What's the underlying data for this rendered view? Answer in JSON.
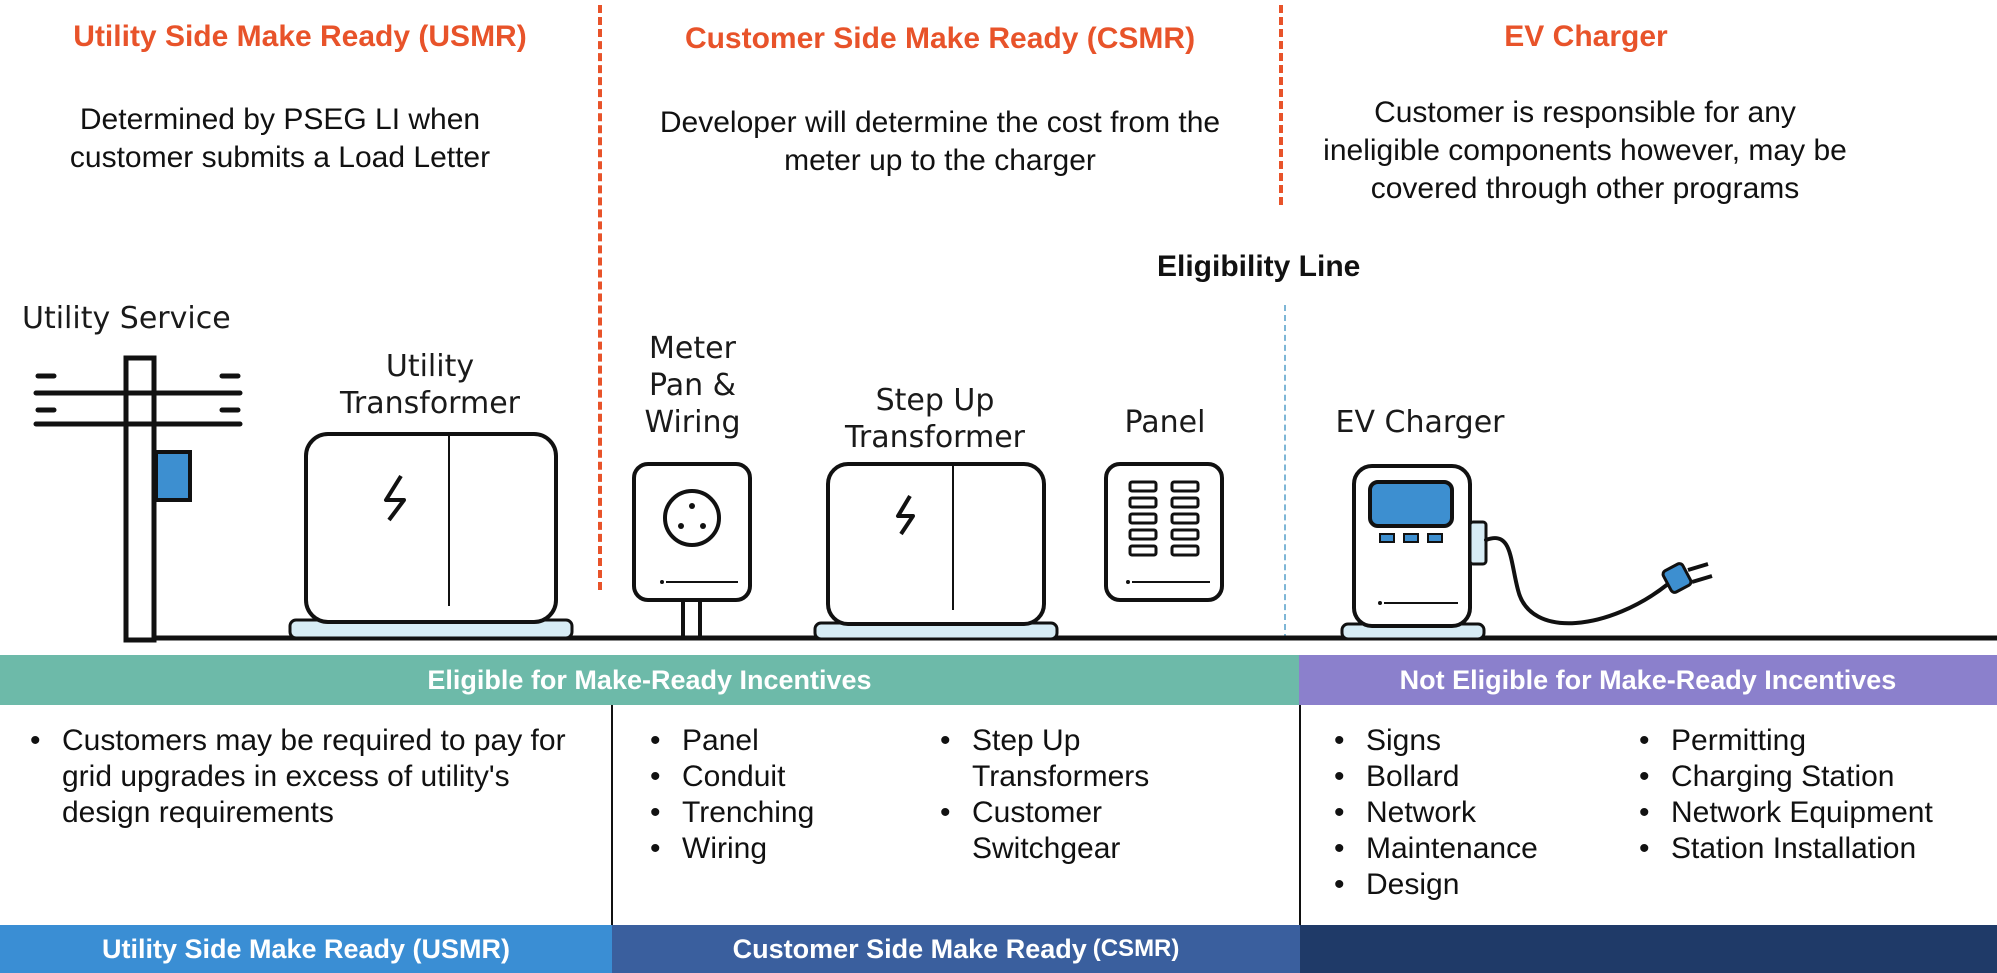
{
  "sections": {
    "usmr": {
      "title": "Utility Side Make Ready (USMR)",
      "description": "Determined by PSEG LI when customer submits a Load Letter"
    },
    "csmr": {
      "title": "Customer Side Make Ready (CSMR)",
      "description": "Developer will determine the cost from the meter up to the charger"
    },
    "ev": {
      "title": "EV Charger",
      "description": "Customer is responsible for any ineligible components however, may be covered through other programs"
    }
  },
  "eligibility_line_label": "Eligibility Line",
  "components": {
    "utility_service": "Utility Service",
    "utility_transformer_line1": "Utility",
    "utility_transformer_line2": "Transformer",
    "meter_line1": "Meter",
    "meter_line2": "Pan &",
    "meter_line3": "Wiring",
    "stepup_line1": "Step Up",
    "stepup_line2": "Transformer",
    "panel": "Panel",
    "ev_charger": "EV Charger"
  },
  "bands": {
    "eligible": "Eligible for Make-Ready Incentives",
    "not_eligible": "Not Eligible for Make-Ready Incentives"
  },
  "lists": {
    "usmr_note": [
      "Customers may be required to pay for grid upgrades in excess of utility's design requirements"
    ],
    "eligible_col1": [
      "Panel",
      "Conduit",
      "Trenching",
      "Wiring"
    ],
    "eligible_col2": [
      "Step Up Transformers",
      "Customer Switchgear"
    ],
    "not_eligible_col1": [
      "Signs",
      "Bollard",
      "Network",
      "Maintenance",
      "Design"
    ],
    "not_eligible_col2": [
      "Permitting",
      "Charging Station",
      "Network Equipment",
      "Station Installation"
    ]
  },
  "footer": {
    "usmr": "Utility Side Make Ready (USMR)",
    "csmr": "Customer Side Make Ready",
    "csmr_suffix": "(CSMR)"
  },
  "colors": {
    "title_orange": "#e8532a",
    "eligible_band": "#6dbaa9",
    "not_eligible_band": "#8b80cc",
    "footer_usmr": "#3a8ed4",
    "footer_csmr": "#3a5f9e",
    "footer_dark": "#1f3a68"
  }
}
